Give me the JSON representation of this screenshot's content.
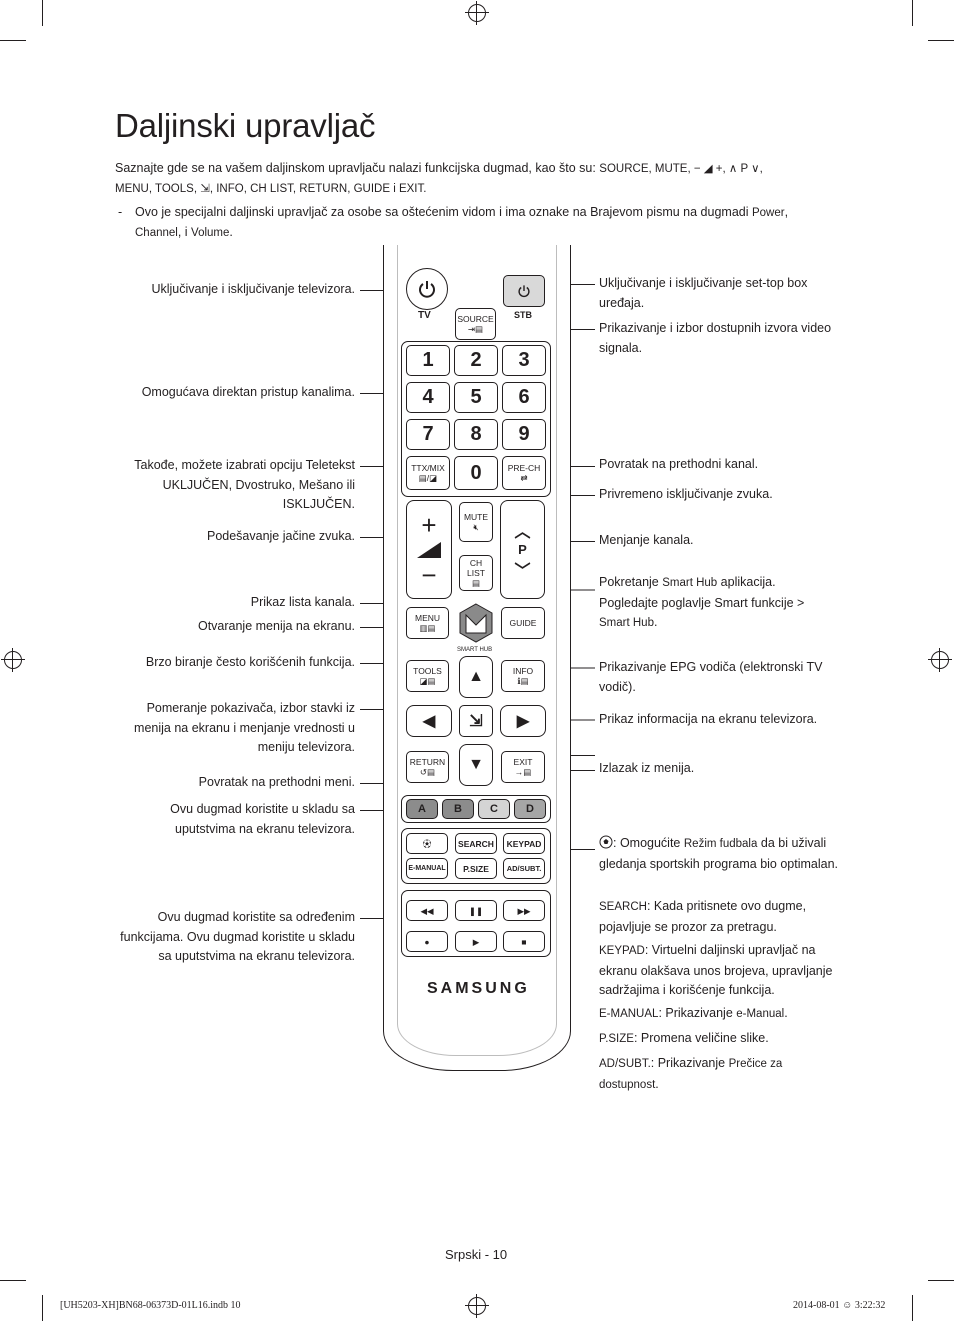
{
  "title": "Daljinski upravljač",
  "intro": {
    "prefix": "Saznajte gde se na vašem daljinskom upravljaču nalazi funkcijska dugmad, kao što su: ",
    "line1_keys": "SOURCE, MUTE, − ◢ +, ∧ P ∨,",
    "line2": "MENU, TOOLS, ⇲, INFO, CH LIST, RETURN, GUIDE i EXIT."
  },
  "note": {
    "dash": "-",
    "text": "Ovo je specijalni daljinski upravljač za osobe sa oštećenim vidom i ima oznake na Brajevom pismu na dugmadi ",
    "keys1": "Power",
    "mid": ", ",
    "keys2": "Channel",
    "mid2": ", i ",
    "keys3": "Volume",
    "end": "."
  },
  "left_labels": [
    "Uključivanje i isključivanje televizora.",
    "Omogućava direktan pristup kanalima.",
    "Takođe, možete izabrati opciju Teletekst UKLJUČEN, Dvostruko, Mešano ili ISKLJUČEN.",
    "Podešavanje jačine zvuka.",
    "Prikaz lista kanala.",
    "Otvaranje menija na ekranu.",
    "Brzo biranje često korišćenih funkcija.",
    "Pomeranje pokazivača, izbor stavki iz menija na ekranu i menjanje vrednosti u meniju televizora.",
    "Povratak na prethodni meni.",
    "Ovu dugmad koristite u skladu sa uputstvima na ekranu televizora.",
    "Ovu dugmad koristite sa određenim funkcijama. Ovu dugmad koristite u skladu sa uputstvima na ekranu televizora."
  ],
  "right_labels": {
    "stb": "Uključivanje i isključivanje set-top box uređaja.",
    "source": "Prikazivanje i izbor dostupnih izvora video signala.",
    "prech": "Povratak na prethodni kanal.",
    "mute": "Privremeno isključivanje zvuka.",
    "channel": "Menjanje kanala.",
    "smarthub_a": "Pokretanje ",
    "smarthub_b": "Smart Hub",
    "smarthub_c": " aplikacija.",
    "smarthub_d": "Pogledajte poglavlje ",
    "smarthub_e": "Smart funkcije",
    "smarthub_f": " >",
    "smarthub_g": "Smart Hub",
    "smarthub_h": ".",
    "guide_a": "Prikazivanje ",
    "guide_b": "EPG",
    "guide_c": " vodiča (elektronski TV vodič).",
    "info": "Prikaz informacija na ekranu televizora.",
    "exit": "Izlazak iz menija.",
    "football_a": ": Omogućite ",
    "football_b": "Režim fudbala",
    "football_c": " da bi uživali gledanja sportskih programa bio optimalan.",
    "search_a": "SEARCH",
    "search_b": ": Kada pritisnete ovo dugme, pojavljuje se prozor za pretragu.",
    "keypad_a": "KEYPAD",
    "keypad_b": ": Virtuelni daljinski upravljač na ekranu olakšava unos brojeva, upravljanje sadržajima i korišćenje funkcija.",
    "emanual_a": "E-MANUAL",
    "emanual_b": ": Prikazivanje ",
    "emanual_c": "e-Manual",
    "emanual_d": ".",
    "psize_a": "P.SIZE",
    "psize_b": ": Promena veličine slike.",
    "adsubt_a": "AD/SUBT.",
    "adsubt_b": ": Prikazivanje ",
    "adsubt_c": "Prečice za dostupnost",
    "adsubt_d": "."
  },
  "remote": {
    "tv": "TV",
    "stb": "STB",
    "source": "SOURCE",
    "numbers": [
      "1",
      "2",
      "3",
      "4",
      "5",
      "6",
      "7",
      "8",
      "9"
    ],
    "ttx": "TTX/MIX",
    "zero": "0",
    "prech": "PRE-CH",
    "mute": "MUTE",
    "chlist": "CH LIST",
    "p": "P",
    "menu": "MENU",
    "guide": "GUIDE",
    "smarthub": "SMART HUB",
    "tools": "TOOLS",
    "info": "INFO",
    "return": "RETURN",
    "exit": "EXIT",
    "colors": [
      "A",
      "B",
      "C",
      "D"
    ],
    "search": "SEARCH",
    "keypad": "KEYPAD",
    "emanual": "E-MANUAL",
    "psize": "P.SIZE",
    "adsubt": "AD/SUBT.",
    "brand": "SAMSUNG"
  },
  "page_number": "Srpski - 10",
  "footer_left": "[UH5203-XH]BN68-06373D-01L16.indb   10",
  "footer_right": "2014-08-01   ☺ 3:22:32"
}
